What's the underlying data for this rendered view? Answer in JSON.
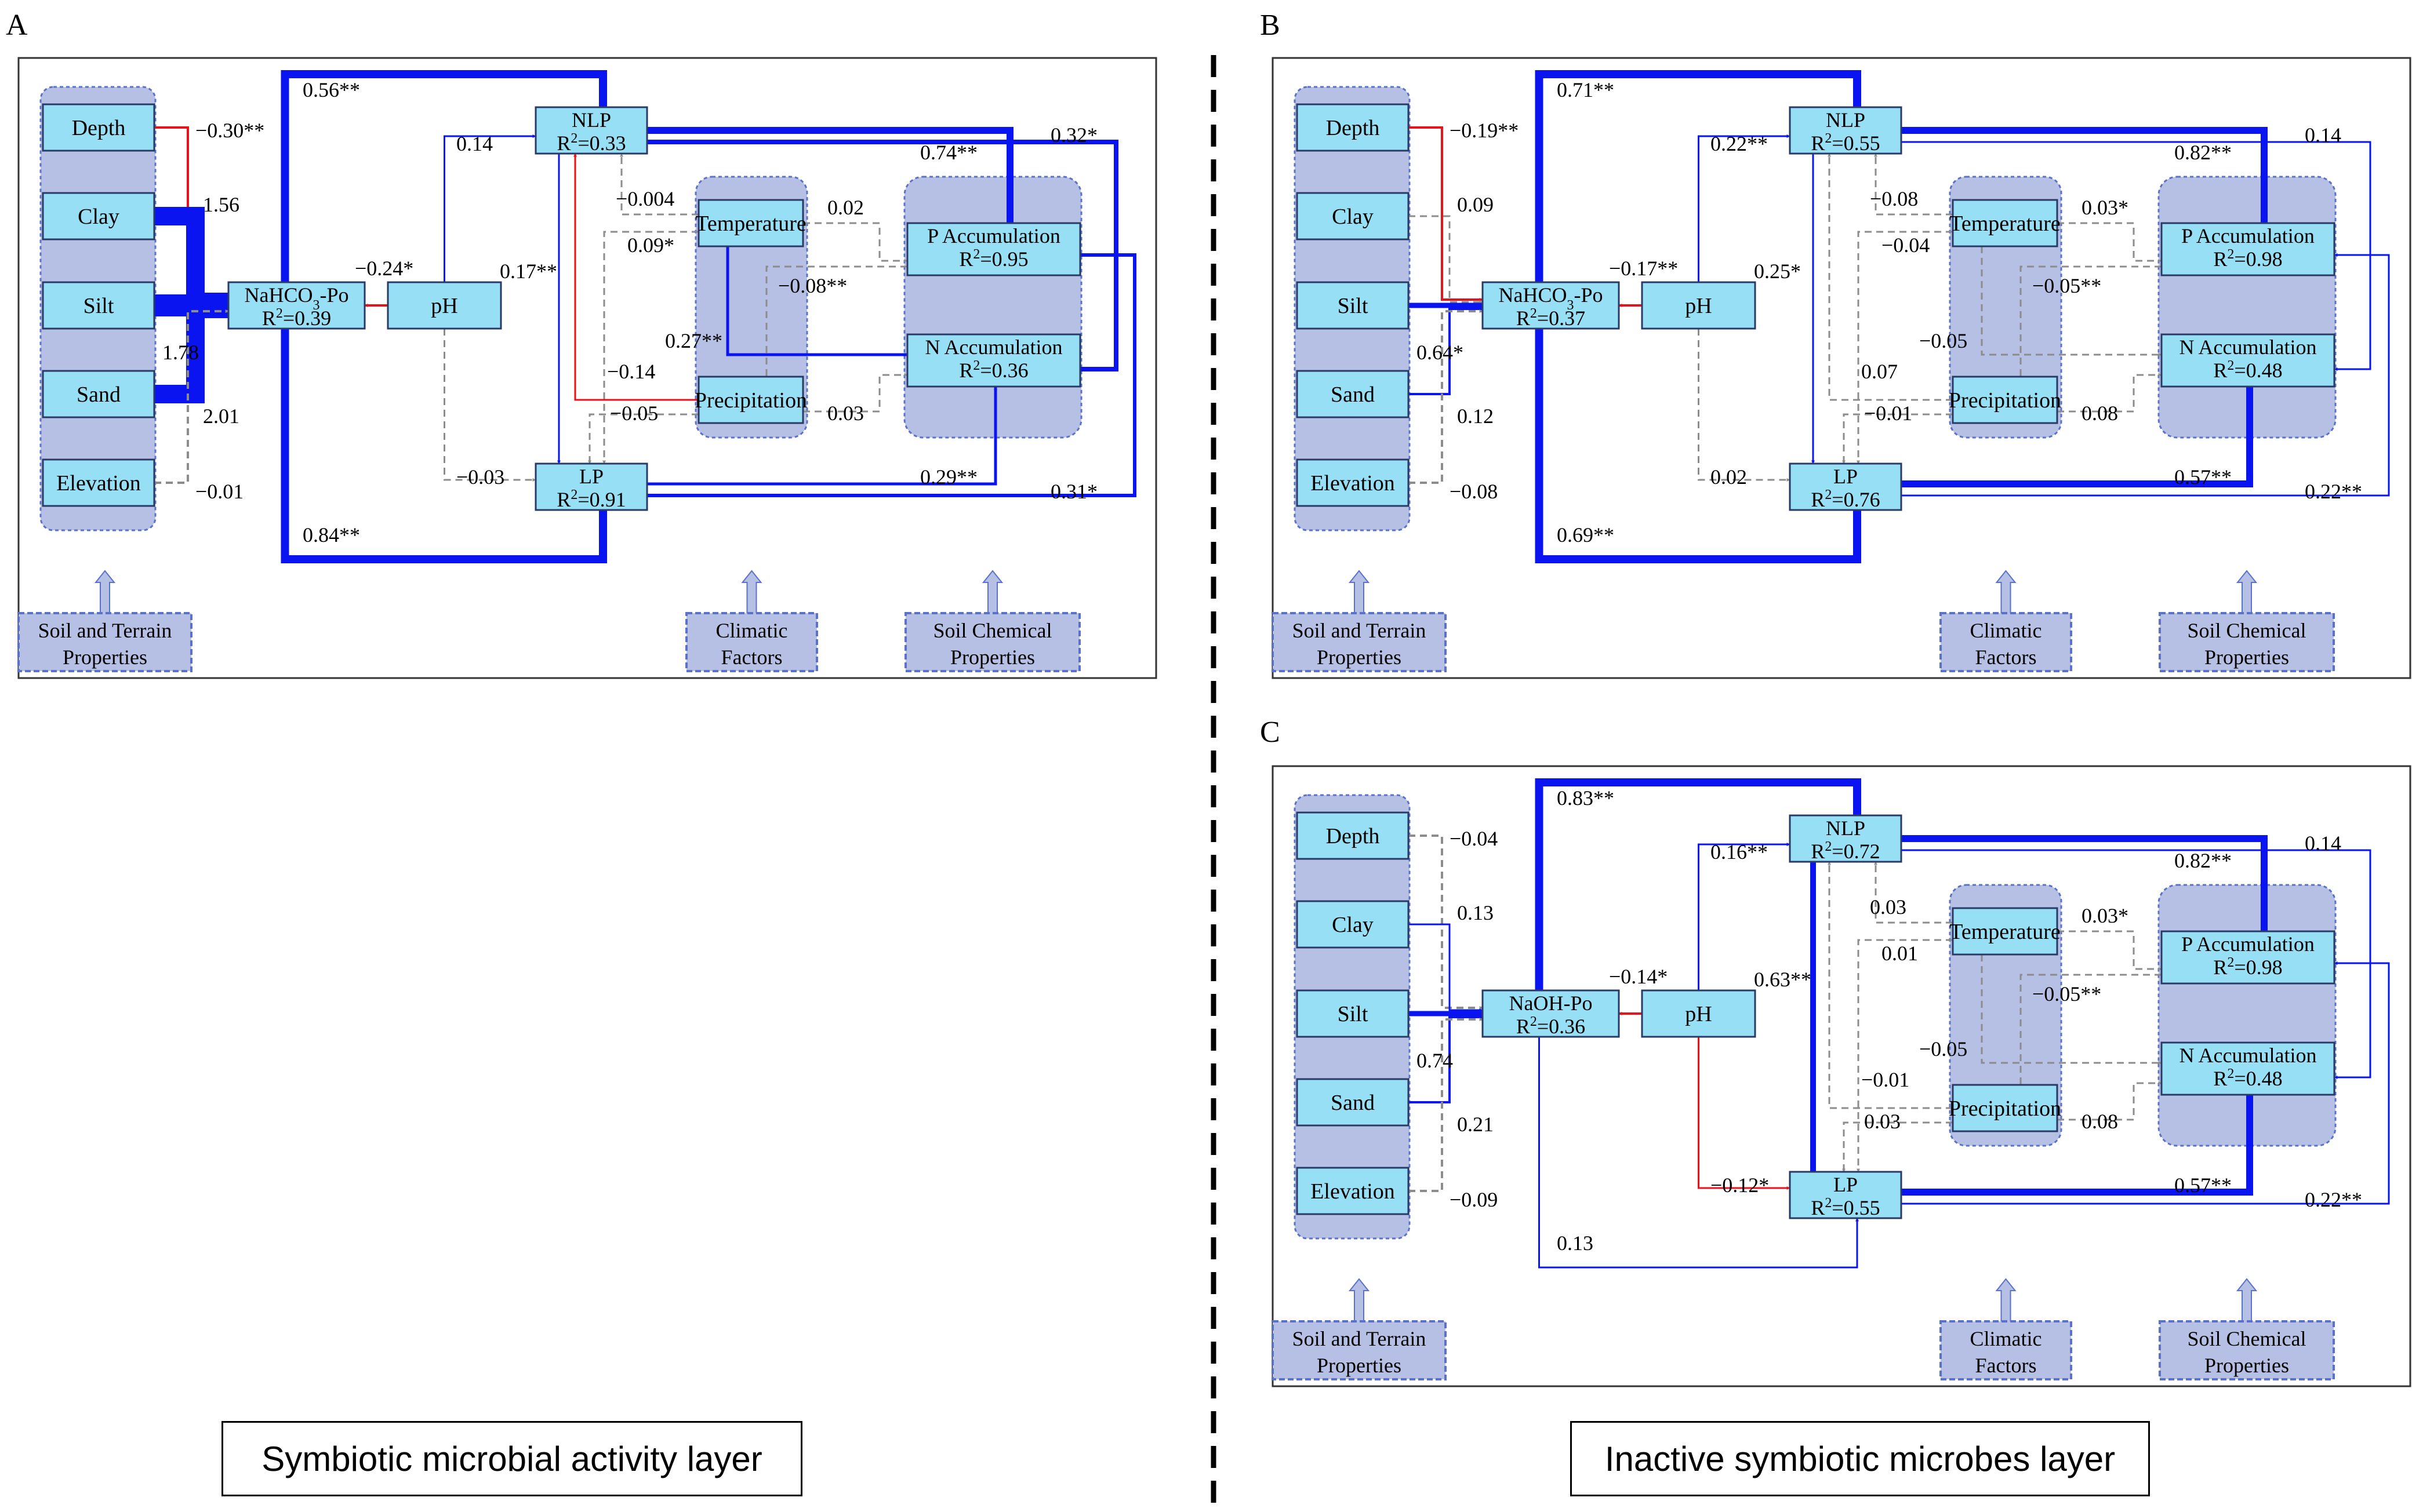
{
  "colors": {
    "positive": "#0a14f0",
    "negative": "#e8121b",
    "nonsig": "#8c8c8c",
    "box_fill": "#97dff5",
    "group_fill": "#b5c0e4",
    "group_border": "#5a72c8"
  },
  "footer": {
    "left_label": "Symbiotic microbial activity layer",
    "right_label": "Inactive symbiotic microbes layer"
  },
  "panels": [
    {
      "letter": "A",
      "nodes": {
        "depth": "Depth",
        "clay": "Clay",
        "silt": "Silt",
        "sand": "Sand",
        "elevation": "Elevation",
        "po_name": "NaHCO",
        "po_sub": "3",
        "po_tail": "-Po",
        "po_r2": "=0.39",
        "ph": "pH",
        "nlp": "NLP",
        "nlp_r2": "=0.33",
        "lp": "LP",
        "lp_r2": "=0.91",
        "temperature": "Temperature",
        "precipitation": "Precipitation",
        "pacc": "P Accumulation",
        "pacc_r2": "=0.95",
        "nacc": "N Accumulation",
        "nacc_r2": "=0.36",
        "group_soil_1": "Soil and Terrain",
        "group_soil_2": "Properties",
        "group_clim_1": "Climatic",
        "group_clim_2": "Factors",
        "group_chem_1": "Soil Chemical",
        "group_chem_2": "Properties"
      },
      "coefficients": {
        "depth_po": "−0.30**",
        "clay_po": "1.56",
        "silt_po": "1.78",
        "sand_po": "2.01",
        "elev_po": "−0.01",
        "po_nlp": "0.56**",
        "po_lp": "0.84**",
        "ph_po": "−0.24*",
        "ph_nlp": "0.14",
        "ph_lp": "−0.03",
        "nlp_lp": "0.17**",
        "nlp_pacc": "0.74**",
        "nlp_nacc": "0.32*",
        "lp_nacc": "0.29**",
        "lp_pacc": "0.31*",
        "temp_nlp": "−0.004",
        "temp_lp": "0.09*",
        "temp_pacc": "0.02",
        "temp_nacc": "0.27**",
        "prec_nlp": "−0.14",
        "prec_lp": "−0.05",
        "prec_nacc": "0.03",
        "pacc_nacc": "−0.08**"
      }
    },
    {
      "letter": "B",
      "nodes": {
        "depth": "Depth",
        "clay": "Clay",
        "silt": "Silt",
        "sand": "Sand",
        "elevation": "Elevation",
        "po_name": "NaHCO",
        "po_sub": "3",
        "po_tail": "-Po",
        "po_r2": "=0.37",
        "ph": "pH",
        "nlp": "NLP",
        "nlp_r2": "=0.55",
        "lp": "LP",
        "lp_r2": "=0.76",
        "temperature": "Temperature",
        "precipitation": "Precipitation",
        "pacc": "P Accumulation",
        "pacc_r2": "=0.98",
        "nacc": "N Accumulation",
        "nacc_r2": "=0.48",
        "group_soil_1": "Soil and Terrain",
        "group_soil_2": "Properties",
        "group_clim_1": "Climatic",
        "group_clim_2": "Factors",
        "group_chem_1": "Soil Chemical",
        "group_chem_2": "Properties"
      },
      "coefficients": {
        "depth_po": "−0.19**",
        "clay_po": "0.09",
        "silt_po": "0.64*",
        "sand_po": "0.12",
        "elev_po": "−0.08",
        "po_nlp": "0.71**",
        "po_lp": "0.69**",
        "ph_po": "−0.17**",
        "ph_nlp": "0.22**",
        "ph_lp": "0.02",
        "nlp_lp": "0.25*",
        "nlp_pacc": "0.82**",
        "nlp_nacc": "0.14",
        "lp_nacc": "0.57**",
        "lp_pacc": "0.22**",
        "temp_nlp": "−0.08",
        "temp_lp": "−0.04",
        "temp_pacc": "0.03*",
        "temp_nacc": "−0.05",
        "prec_nlp": "0.07",
        "prec_lp": "−0.01",
        "prec_nacc": "0.08",
        "pacc_nacc": "−0.05**"
      }
    },
    {
      "letter": "C",
      "nodes": {
        "depth": "Depth",
        "clay": "Clay",
        "silt": "Silt",
        "sand": "Sand",
        "elevation": "Elevation",
        "po_name": "NaOH-Po",
        "po_sub": "",
        "po_tail": "",
        "po_r2": "=0.36",
        "ph": "pH",
        "nlp": "NLP",
        "nlp_r2": "=0.72",
        "lp": "LP",
        "lp_r2": "=0.55",
        "temperature": "Temperature",
        "precipitation": "Precipitation",
        "pacc": "P Accumulation",
        "pacc_r2": "=0.98",
        "nacc": "N Accumulation",
        "nacc_r2": "=0.48",
        "group_soil_1": "Soil and Terrain",
        "group_soil_2": "Properties",
        "group_clim_1": "Climatic",
        "group_clim_2": "Factors",
        "group_chem_1": "Soil Chemical",
        "group_chem_2": "Properties"
      },
      "coefficients": {
        "depth_po": "−0.04",
        "clay_po": "0.13",
        "silt_po": "0.74",
        "sand_po": "0.21",
        "elev_po": "−0.09",
        "po_nlp": "0.83**",
        "po_lp": "0.13",
        "ph_po": "−0.14*",
        "ph_nlp": "0.16**",
        "ph_lp": "−0.12*",
        "nlp_lp": "0.63**",
        "nlp_pacc": "0.82**",
        "nlp_nacc": "0.14",
        "lp_nacc": "0.57**",
        "lp_pacc": "0.22**",
        "temp_nlp": "0.03",
        "temp_lp": "0.01",
        "temp_pacc": "0.03*",
        "temp_nacc": "−0.05",
        "prec_nlp": "−0.01",
        "prec_lp": "0.03",
        "prec_nacc": "0.08",
        "pacc_nacc": "−0.05**"
      }
    }
  ]
}
